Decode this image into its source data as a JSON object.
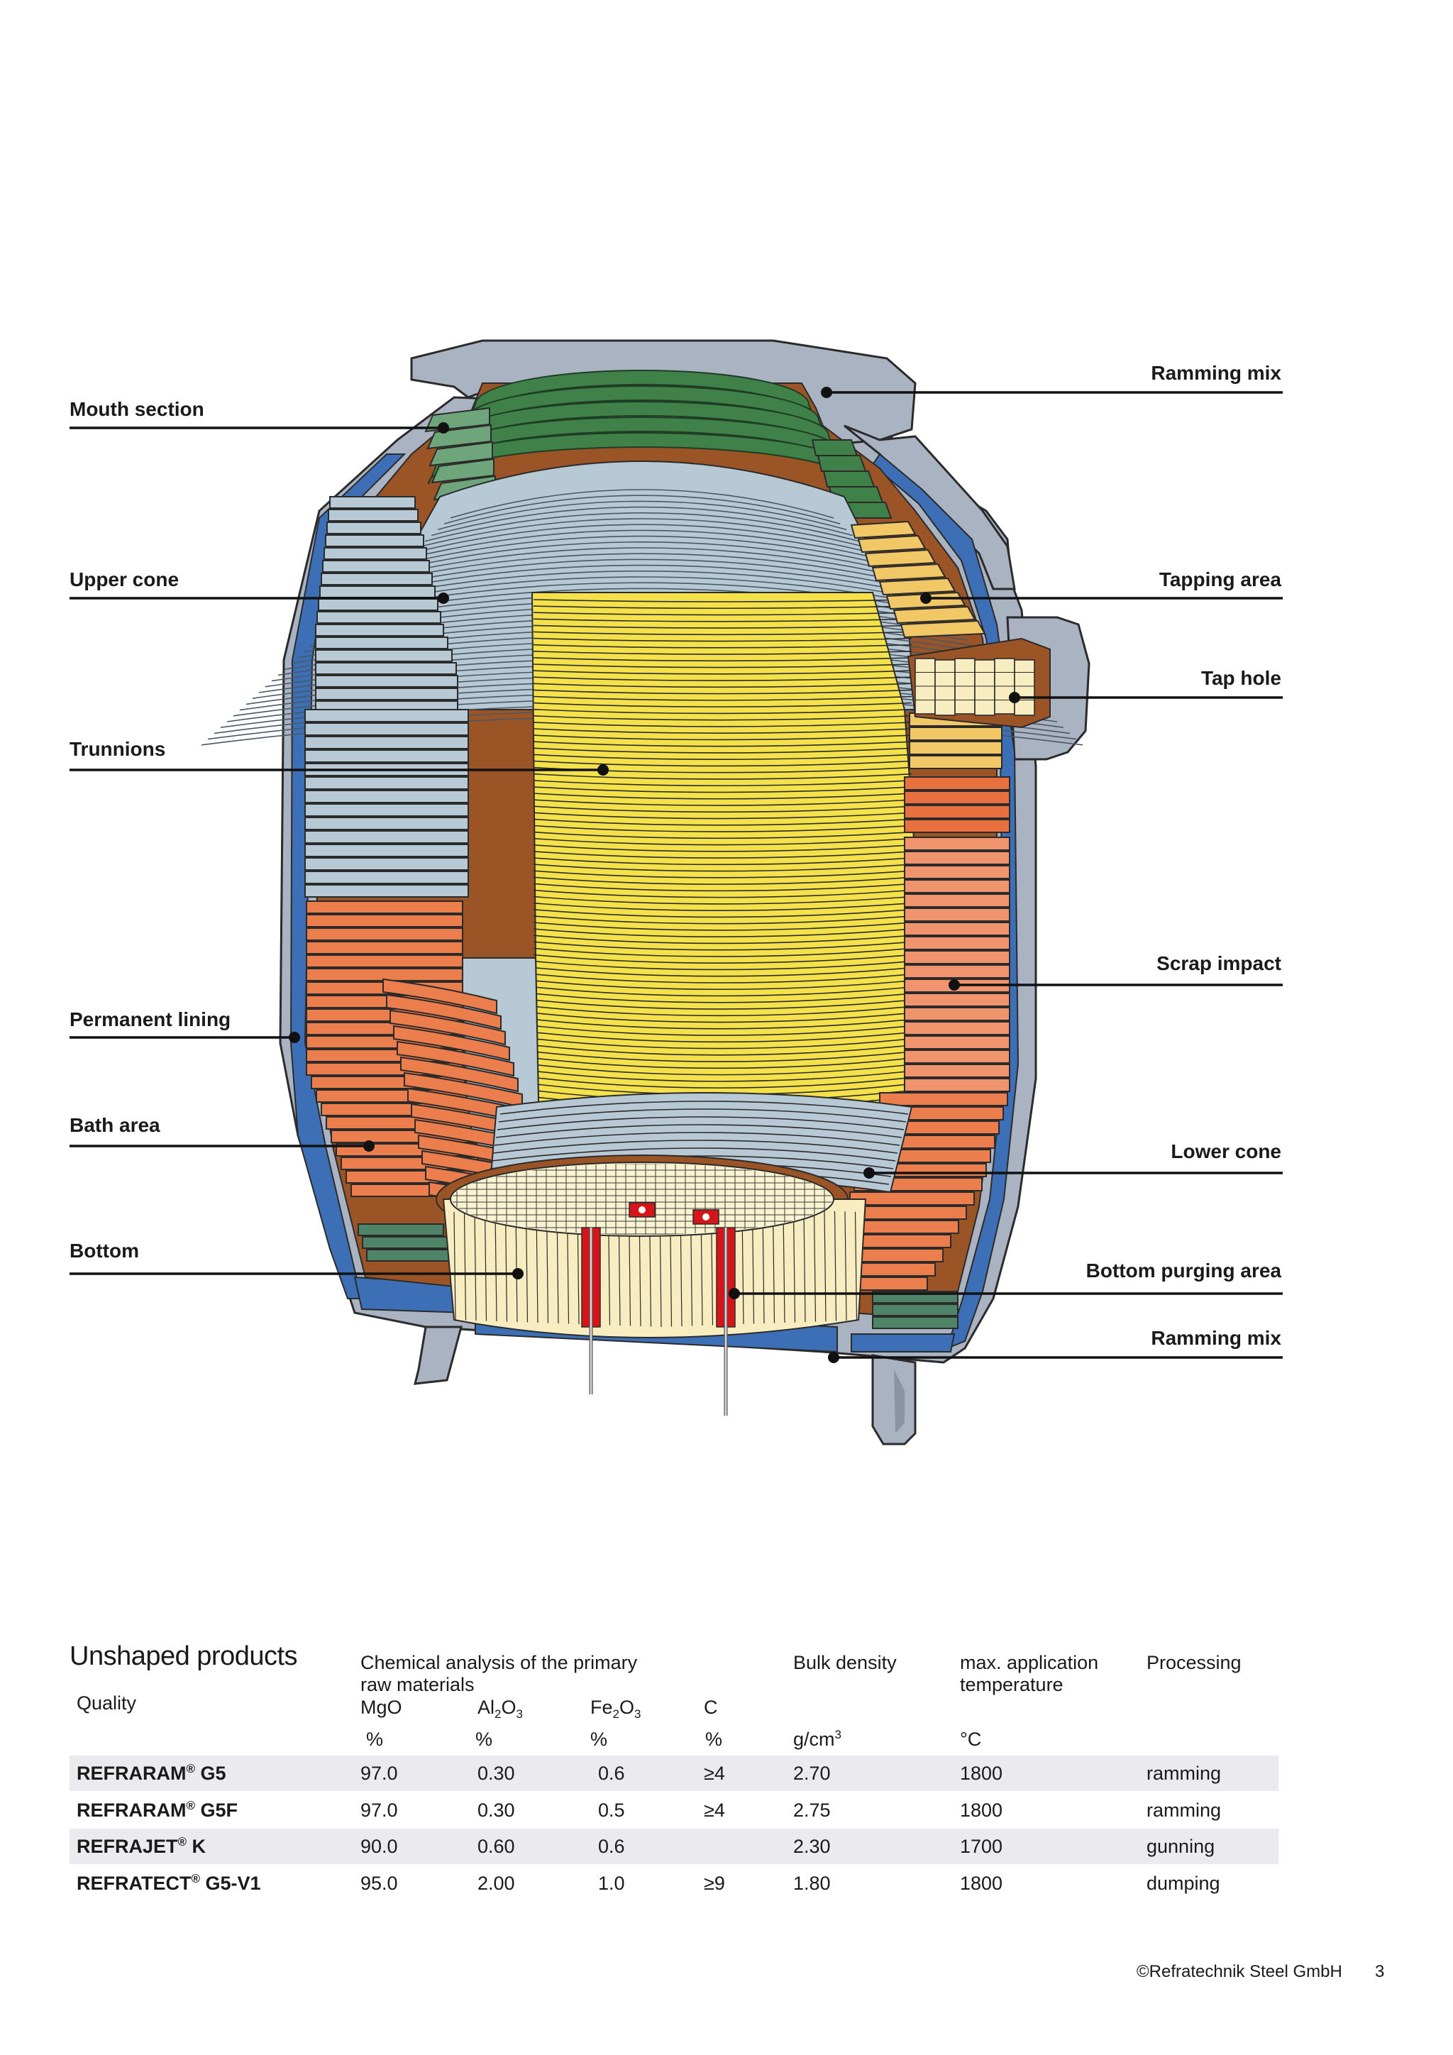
{
  "labels_left": [
    {
      "id": "mouth",
      "text": "Mouth section"
    },
    {
      "id": "upper",
      "text": "Upper cone"
    },
    {
      "id": "trunnions",
      "text": "Trunnions"
    },
    {
      "id": "permanent",
      "text": "Permanent lining"
    },
    {
      "id": "bath",
      "text": "Bath area"
    },
    {
      "id": "bottom",
      "text": "Bottom"
    }
  ],
  "labels_right": [
    {
      "id": "ramming_top",
      "text": "Ramming mix"
    },
    {
      "id": "tapping",
      "text": "Tapping area"
    },
    {
      "id": "taphole",
      "text": "Tap hole"
    },
    {
      "id": "scrap",
      "text": "Scrap impact"
    },
    {
      "id": "lower",
      "text": "Lower cone"
    },
    {
      "id": "purging",
      "text": "Bottom purging area"
    },
    {
      "id": "ramming_bottom",
      "text": "Ramming mix"
    }
  ],
  "colors": {
    "shell": "#a9b3c2",
    "shell_dark": "#8a94a4",
    "permanent": "#3d6fb6",
    "ramming": "#9b5426",
    "mouth": "#3f8149",
    "mouth_light": "#6ea57a",
    "upper_cone": "#b8c9d6",
    "yellow": "#f5e24b",
    "tapping": "#f2c766",
    "scrap_dark": "#e8703f",
    "scrap_light": "#f0946d",
    "bath": "#ec7d4c",
    "bottom": "#f7edc0",
    "purging": "#d8141b",
    "teal": "#4f8469"
  },
  "table": {
    "title": "Unshaped products",
    "col_quality": "Quality",
    "col_chem_line1": "Chemical analysis of the primary",
    "col_chem_line2": "raw materials",
    "col_mgo": "MgO",
    "col_al": "Al",
    "col_al_sub1": "2",
    "col_al_o": "O",
    "col_al_sub2": "3",
    "col_fe": "Fe",
    "col_fe_sub1": "2",
    "col_fe_o": "O",
    "col_fe_sub2": "3",
    "col_c": "C",
    "col_density": "Bulk density",
    "col_temp_line1": "max. application",
    "col_temp_line2": "temperature",
    "col_processing": "Processing",
    "unit_pct1": "%",
    "unit_pct2": "%",
    "unit_pct3": "%",
    "unit_pct4": "%",
    "unit_density": "g/cm",
    "unit_density_sup": "3",
    "unit_temp": "°C",
    "rows": [
      {
        "name": "REFRARAM",
        "reg": "®",
        "suffix": " G5",
        "mgo": "97.0",
        "al": "0.30",
        "fe": "0.6",
        "c": "≥4",
        "density": "2.70",
        "temp": "1800",
        "proc": "ramming"
      },
      {
        "name": "REFRARAM",
        "reg": "®",
        "suffix": " G5F",
        "mgo": "97.0",
        "al": "0.30",
        "fe": "0.5",
        "c": "≥4",
        "density": "2.75",
        "temp": "1800",
        "proc": "ramming"
      },
      {
        "name": "REFRAJET",
        "reg": "®",
        "suffix": " K",
        "mgo": "90.0",
        "al": "0.60",
        "fe": "0.6",
        "c": "",
        "density": "2.30",
        "temp": "1700",
        "proc": "gunning"
      },
      {
        "name": "REFRATECT",
        "reg": "®",
        "suffix": " G5-V1",
        "mgo": "95.0",
        "al": "2.00",
        "fe": "1.0",
        "c": "≥9",
        "density": "1.80",
        "temp": "1800",
        "proc": "dumping"
      }
    ]
  },
  "footer": {
    "copyright": "©Refratechnik Steel GmbH",
    "page": "3"
  }
}
